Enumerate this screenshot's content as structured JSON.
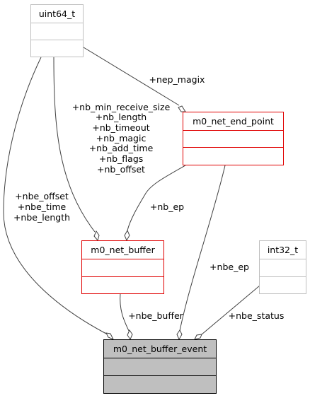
{
  "colors": {
    "gray_border": "#bfbfbf",
    "red_border": "#e00000",
    "focus_fill": "#bfbfbf",
    "edge": "#404040"
  },
  "classes": {
    "uint64": {
      "name": "uint64_t"
    },
    "end_point": {
      "name": "m0_net_end_point"
    },
    "buffer": {
      "name": "m0_net_buffer"
    },
    "int32": {
      "name": "int32_t"
    },
    "event": {
      "name": "m0_net_buffer_event"
    }
  },
  "edges": {
    "nep_magix": {
      "label_lines": [
        "+nep_magix"
      ]
    },
    "buffer_fields": {
      "label_lines": [
        "+nb_min_receive_size",
        "+nb_length",
        "+nb_timeout",
        "+nb_magic",
        "+nb_add_time",
        "+nb_flags",
        "+nb_offset"
      ]
    },
    "event_fields": {
      "label_lines": [
        "+nbe_offset",
        "+nbe_time",
        "+nbe_length"
      ]
    },
    "nb_ep": {
      "label_lines": [
        "+nb_ep"
      ]
    },
    "nbe_ep": {
      "label_lines": [
        "+nbe_ep"
      ]
    },
    "nbe_buffer": {
      "label_lines": [
        "+nbe_buffer"
      ]
    },
    "nbe_status": {
      "label_lines": [
        "+nbe_status"
      ]
    }
  }
}
